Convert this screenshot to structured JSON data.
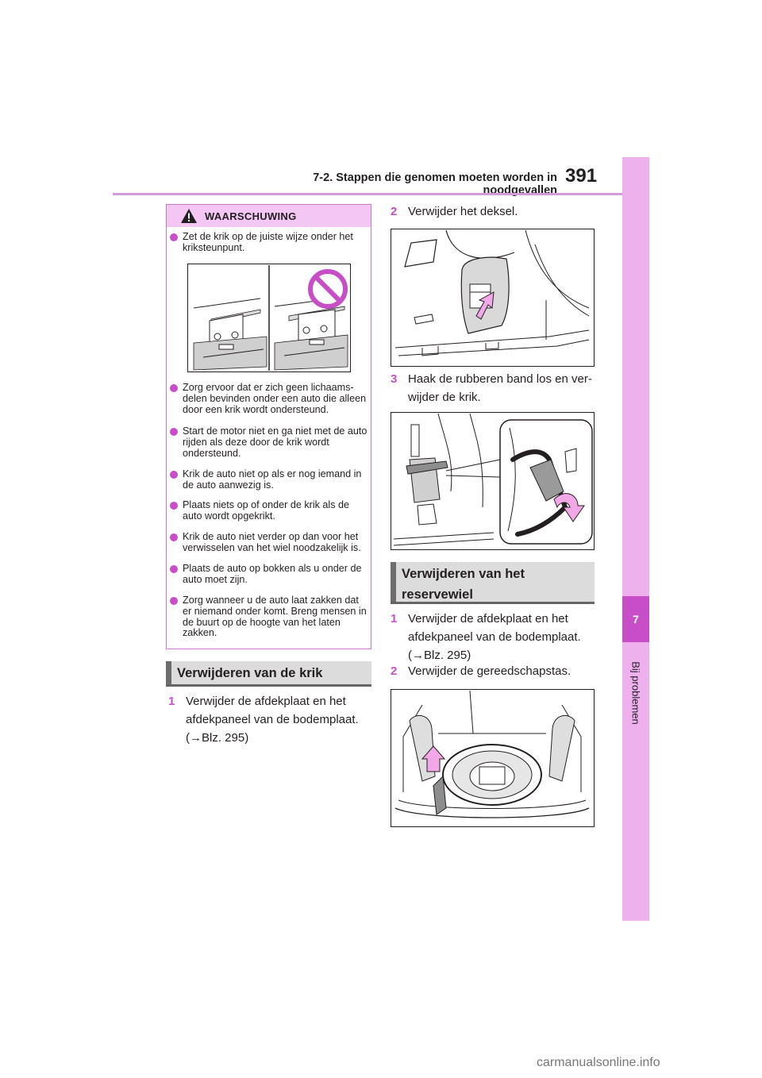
{
  "header": {
    "section_title": "7-2. Stappen die genomen moeten worden in noodgevallen",
    "page_number": "391"
  },
  "side_tab": {
    "chapter_number": "7",
    "chapter_label": "Bij problemen"
  },
  "warning": {
    "title": "WAARSCHUWING",
    "items": [
      "Zet de krik op de juiste wijze onder het kriksteunpunt.",
      "Zorg ervoor dat er zich geen lichaams-delen bevinden onder een auto die alleen door een krik wordt ondersteund.",
      "Start de motor niet en ga niet met de auto rijden als deze door de krik wordt ondersteund.",
      "Krik de auto niet op als er nog iemand in de auto aanwezig is.",
      "Plaats niets op of onder de krik als de auto wordt opgekrikt.",
      "Krik de auto niet verder op dan voor het verwisselen van het wiel noodzakelijk is.",
      "Plaats de auto op bokken als u onder de auto moet zijn.",
      "Zorg wanneer u de auto laat zakken dat er niemand onder komt. Breng mensen in de buurt op de hoogte van het laten zakken."
    ]
  },
  "section_jack": {
    "title": "Verwijderen van de krik",
    "steps": [
      {
        "num": "1",
        "text": "Verwijder de afdekplaat en het afdekpaneel van de bodemplaat. (→Blz. 295)"
      },
      {
        "num": "2",
        "text": "Verwijder het deksel."
      },
      {
        "num": "3",
        "text": "Haak de rubberen band los en ver-wijder de krik."
      }
    ]
  },
  "section_spare": {
    "title": "Verwijderen van het reservewiel",
    "steps": [
      {
        "num": "1",
        "text": "Verwijder de afdekplaat en het afdekpaneel van de bodemplaat. (→Blz. 295)"
      },
      {
        "num": "2",
        "text": "Verwijder de gereedschapstas."
      }
    ]
  },
  "footer": {
    "watermark": "carmanualsonline.info"
  },
  "colors": {
    "accent": "#c84ec8",
    "tab_light": "#eeb1ee",
    "warning_header": "#f3c6f3",
    "section_bg": "#dcdcdc",
    "arrow_pink": "#f2a8e6"
  }
}
